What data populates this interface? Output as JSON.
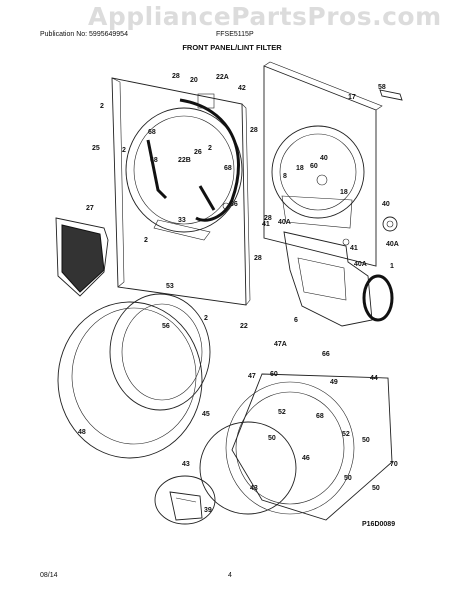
{
  "watermark": "AppliancePartsPros.com",
  "header": {
    "publication": "Publication No: 5995649954",
    "model": "FFSE5115P"
  },
  "title": "FRONT PANEL/LINT FILTER",
  "diagram_code": "P16D0089",
  "footer": {
    "date": "08/14",
    "page": "4"
  },
  "callouts": [
    "28",
    "20",
    "22A",
    "2",
    "42",
    "58",
    "17",
    "68",
    "25",
    "2",
    "22B",
    "26",
    "2",
    "68",
    "68",
    "28",
    "18",
    "60",
    "40",
    "18",
    "8",
    "40",
    "27",
    "33",
    "66",
    "28",
    "41",
    "40A",
    "41",
    "40A",
    "40A",
    "2",
    "28",
    "1",
    "53",
    "2",
    "22",
    "56",
    "6",
    "48",
    "47A",
    "66",
    "47",
    "60",
    "49",
    "44",
    "45",
    "52",
    "68",
    "50",
    "43",
    "46",
    "52",
    "50",
    "70",
    "43",
    "50",
    "50",
    "39"
  ]
}
